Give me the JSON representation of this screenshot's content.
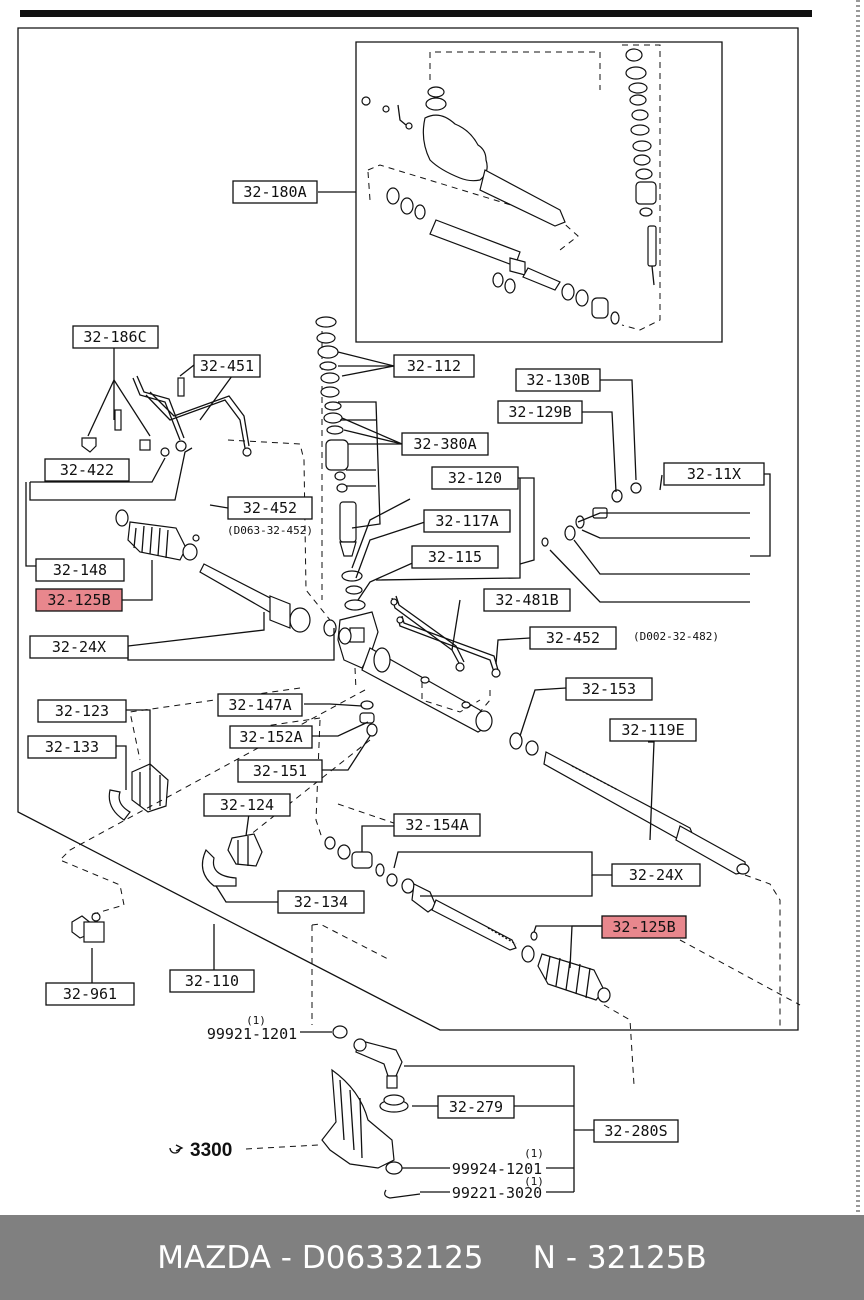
{
  "labels": {
    "l180A": "32-180A",
    "l186C": "32-186C",
    "l451": "32-451",
    "l112": "32-112",
    "l130B": "32-130B",
    "l129B": "32-129B",
    "l380A": "32-380A",
    "l11X": "32-11X",
    "l120": "32-120",
    "l422": "32-422",
    "l452a": "32-452",
    "l452a_sub": "(D063-32-452)",
    "l117A": "32-117A",
    "l148": "32-148",
    "l125B_left": "32-125B",
    "l115": "32-115",
    "l481B": "32-481B",
    "l24X_left": "32-24X",
    "l452b": "32-452",
    "l452b_sub": "(D002-32-482)",
    "l153": "32-153",
    "l147A": "32-147A",
    "l123": "32-123",
    "l152A": "32-152A",
    "l119E": "32-119E",
    "l133": "32-133",
    "l151": "32-151",
    "l124": "32-124",
    "l154A": "32-154A",
    "l24X_right": "32-24X",
    "l134": "32-134",
    "l125B_right": "32-125B",
    "l110": "32-110",
    "l961": "32-961",
    "p99921": "99921-1201",
    "p99921_q": "(1)",
    "l279": "32-279",
    "l280S": "32-280S",
    "p3300": "3300",
    "p99924": "99924-1201",
    "p99924_q": "(1)",
    "p99221": "99221-3020",
    "p99221_q": "(1)"
  },
  "highlight_color": "#e8878d",
  "footer": {
    "brand": "MAZDA",
    "part_number": "D06332125",
    "ref_code": "N - 32125B"
  }
}
